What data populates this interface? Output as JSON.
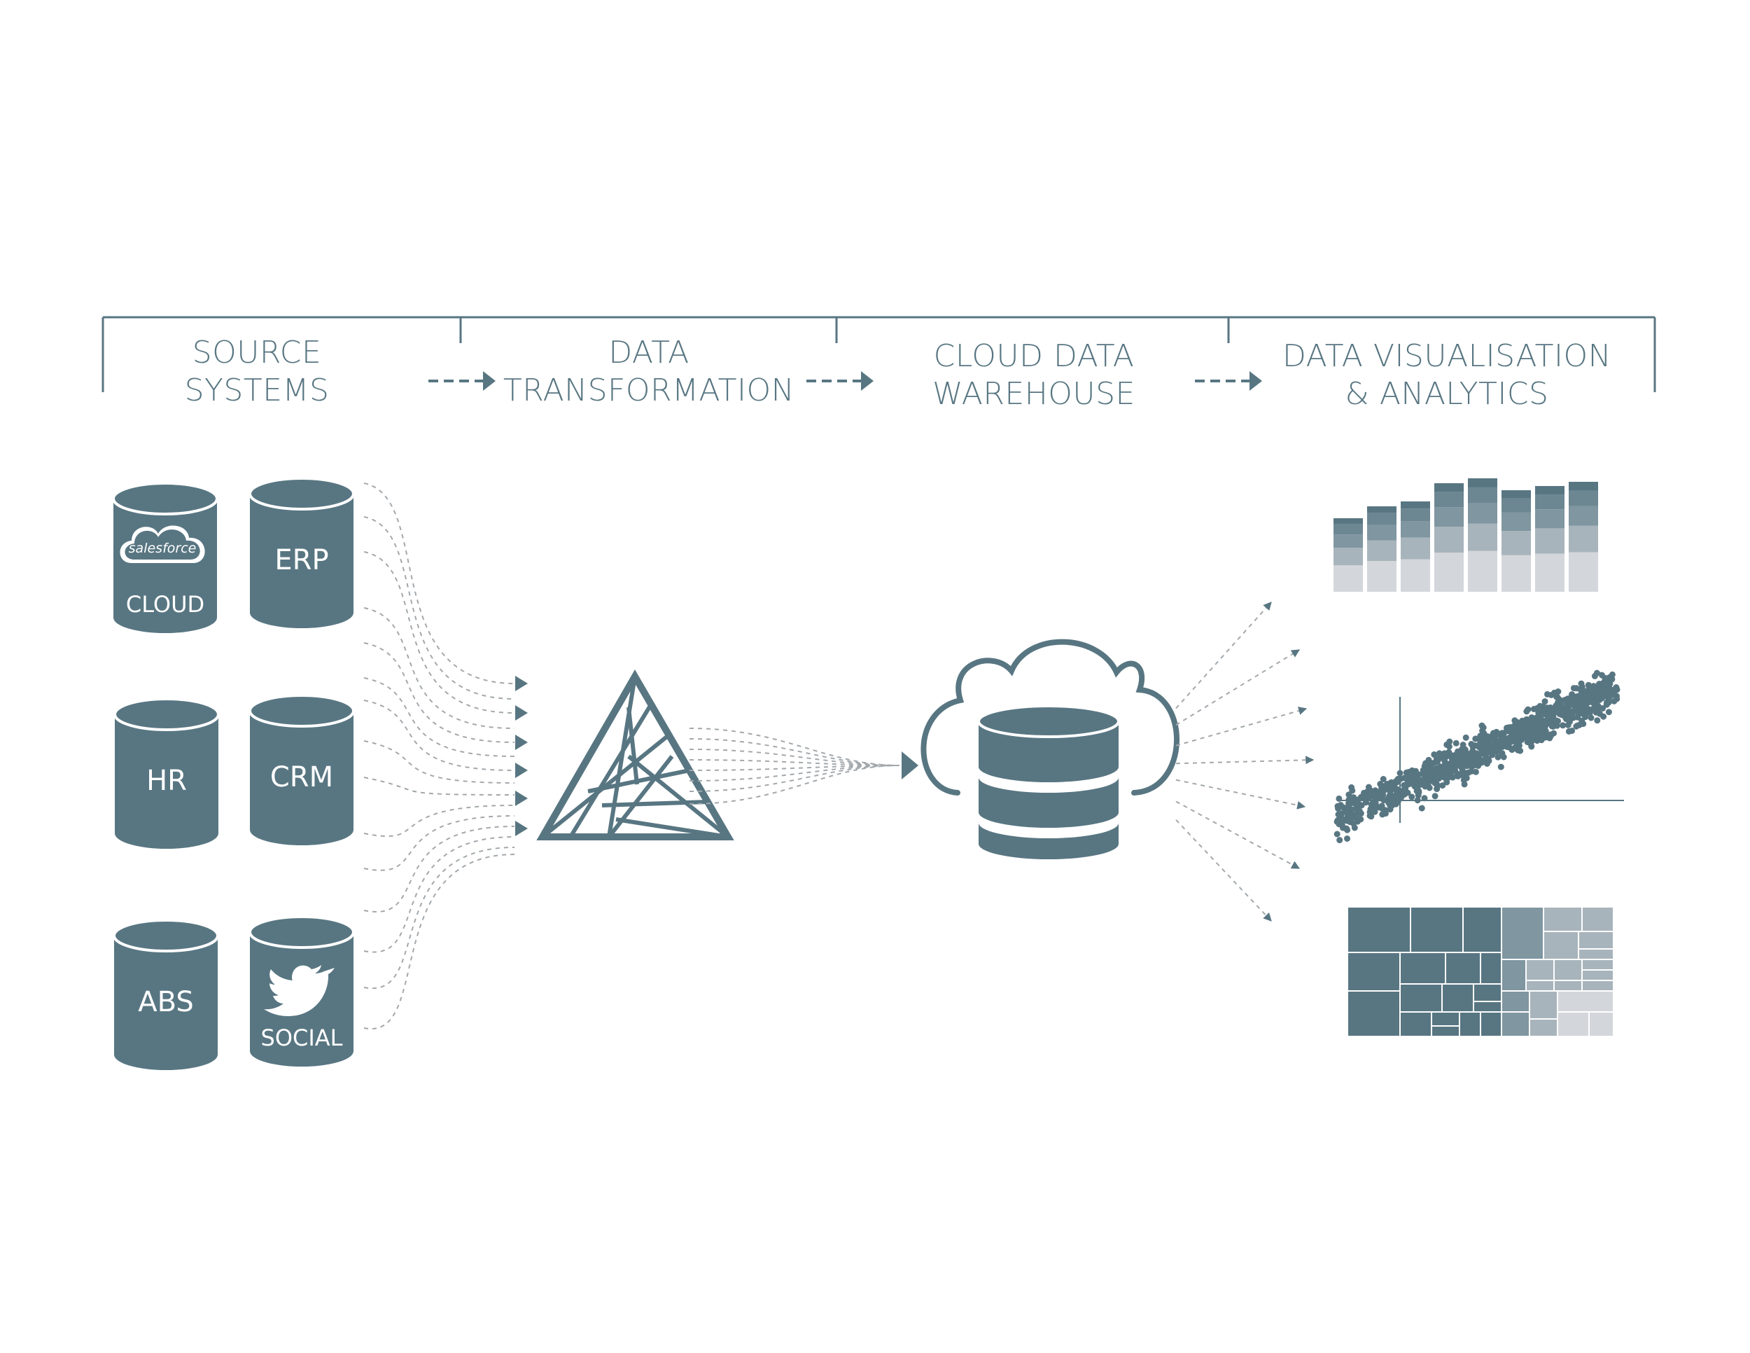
{
  "colors": {
    "primary": "#587682",
    "light_gray": "#d3d6da",
    "mid_gray": "#a8b4bb",
    "dark_gray": "#8096a0",
    "dash": "#a3a8ac"
  },
  "stages": [
    {
      "line1": "SOURCE",
      "line2": "SYSTEMS"
    },
    {
      "line1": "DATA",
      "line2": "TRANSFORMATION"
    },
    {
      "line1": "CLOUD DATA",
      "line2": "WAREHOUSE"
    },
    {
      "line1": "DATA VISUALISATION",
      "line2": "& ANALYTICS"
    }
  ],
  "sources": [
    {
      "label": "CLOUD",
      "brand": "salesforce",
      "icon": "salesforce-cloud-icon"
    },
    {
      "label": "ERP"
    },
    {
      "label": "HR"
    },
    {
      "label": "CRM"
    },
    {
      "label": "ABS"
    },
    {
      "label": "SOCIAL",
      "icon": "twitter-bird-icon"
    }
  ],
  "icons": {
    "transformation": "triangle-spiral-icon",
    "warehouse": "cloud-database-icon",
    "bar_chart": "stacked-bar-chart-icon",
    "scatter": "scatter-plot-icon",
    "treemap": "treemap-icon"
  }
}
